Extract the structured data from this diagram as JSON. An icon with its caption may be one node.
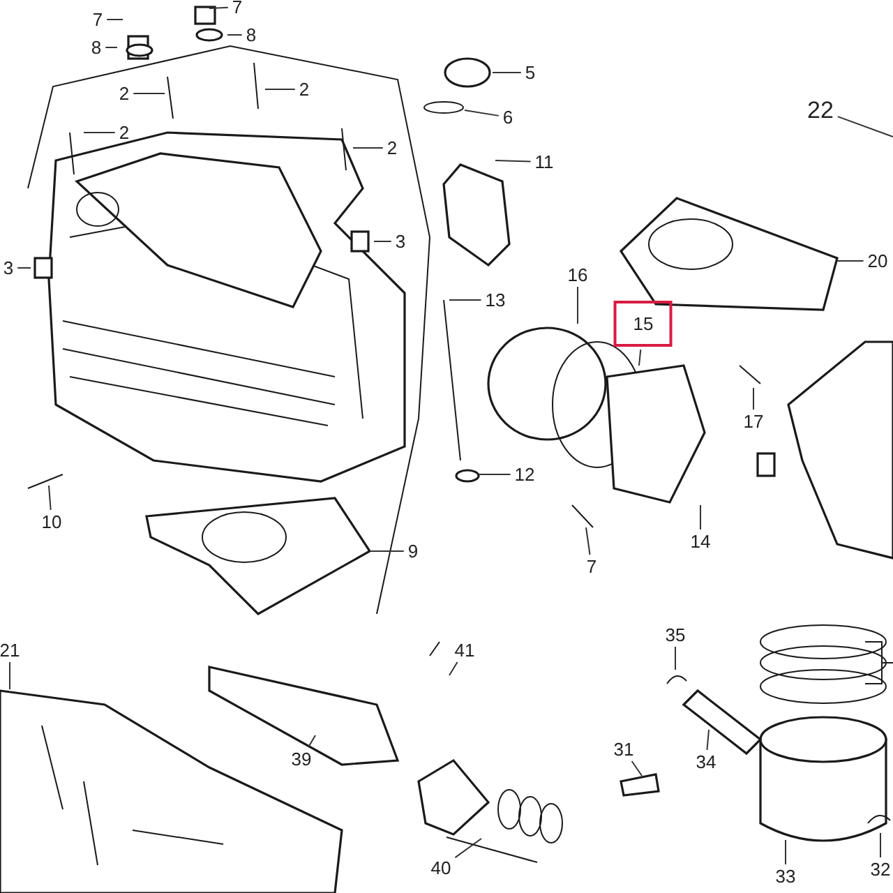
{
  "diagram": {
    "nodes": [
      {
        "text": [
          "7"
        ]
      },
      {
        "text": [
          "7"
        ]
      },
      {
        "text": [
          "8"
        ]
      },
      {
        "text": [
          "8"
        ]
      },
      {
        "text": [
          "2"
        ]
      },
      {
        "text": [
          "2"
        ]
      },
      {
        "text": [
          "2"
        ]
      },
      {
        "text": [
          "2"
        ]
      },
      {
        "text": [
          "3"
        ]
      },
      {
        "text": [
          "3"
        ]
      },
      {
        "text": [
          "5"
        ]
      },
      {
        "text": [
          "6"
        ]
      },
      {
        "text": [
          "11"
        ]
      },
      {
        "text": [
          "22"
        ]
      },
      {
        "text": [
          "13"
        ]
      },
      {
        "text": [
          "16"
        ]
      },
      {
        "text": [
          "15"
        ]
      },
      {
        "text": [
          "20"
        ]
      },
      {
        "text": [
          "17"
        ]
      },
      {
        "text": [
          "12"
        ]
      },
      {
        "text": [
          "14"
        ]
      },
      {
        "text": [
          "7"
        ]
      },
      {
        "text": [
          "10"
        ]
      },
      {
        "text": [
          "9"
        ]
      },
      {
        "text": [
          "21"
        ]
      },
      {
        "text": [
          "41"
        ]
      },
      {
        "text": [
          "39"
        ]
      },
      {
        "text": [
          "35"
        ]
      },
      {
        "text": [
          "31"
        ]
      },
      {
        "text": [
          "34"
        ]
      },
      {
        "text": [
          "40"
        ]
      },
      {
        "text": [
          "33"
        ]
      },
      {
        "text": [
          "32"
        ]
      }
    ],
    "edges": [
      {
        "from": 0,
        "to": null,
        "arrow": "none"
      },
      {
        "from": 1,
        "to": null,
        "arrow": "none"
      },
      {
        "from": 2,
        "to": null,
        "arrow": "none"
      },
      {
        "from": 3,
        "to": null,
        "arrow": "none"
      },
      {
        "from": 4,
        "to": null,
        "arrow": "none"
      },
      {
        "from": 5,
        "to": null,
        "arrow": "none"
      },
      {
        "from": 6,
        "to": null,
        "arrow": "none"
      },
      {
        "from": 7,
        "to": null,
        "arrow": "none"
      },
      {
        "from": 8,
        "to": null,
        "arrow": "none"
      },
      {
        "from": 9,
        "to": null,
        "arrow": "none"
      },
      {
        "from": 10,
        "to": null,
        "arrow": "none"
      },
      {
        "from": 11,
        "to": null,
        "arrow": "none"
      },
      {
        "from": 12,
        "to": null,
        "arrow": "none"
      },
      {
        "from": 13,
        "to": null,
        "arrow": "none"
      },
      {
        "from": 14,
        "to": null,
        "arrow": "none"
      },
      {
        "from": 15,
        "to": null,
        "arrow": "none"
      },
      {
        "from": 16,
        "to": null,
        "arrow": "none"
      },
      {
        "from": 17,
        "to": null,
        "arrow": "none"
      },
      {
        "from": 18,
        "to": null,
        "arrow": "none"
      },
      {
        "from": 19,
        "to": null,
        "arrow": "none"
      },
      {
        "from": 20,
        "to": null,
        "arrow": "none"
      },
      {
        "from": 21,
        "to": null,
        "arrow": "none"
      },
      {
        "from": 22,
        "to": null,
        "arrow": "none"
      },
      {
        "from": 23,
        "to": null,
        "arrow": "none"
      },
      {
        "from": 24,
        "to": null,
        "arrow": "none"
      },
      {
        "from": 25,
        "to": null,
        "arrow": "none"
      },
      {
        "from": 26,
        "to": null,
        "arrow": "none"
      },
      {
        "from": 27,
        "to": null,
        "arrow": "none"
      },
      {
        "from": 28,
        "to": null,
        "arrow": "none"
      },
      {
        "from": 29,
        "to": null,
        "arrow": "none"
      },
      {
        "from": 30,
        "to": null,
        "arrow": "none"
      },
      {
        "from": 31,
        "to": null,
        "arrow": "none"
      },
      {
        "from": 32,
        "to": null,
        "arrow": "none"
      }
    ]
  }
}
